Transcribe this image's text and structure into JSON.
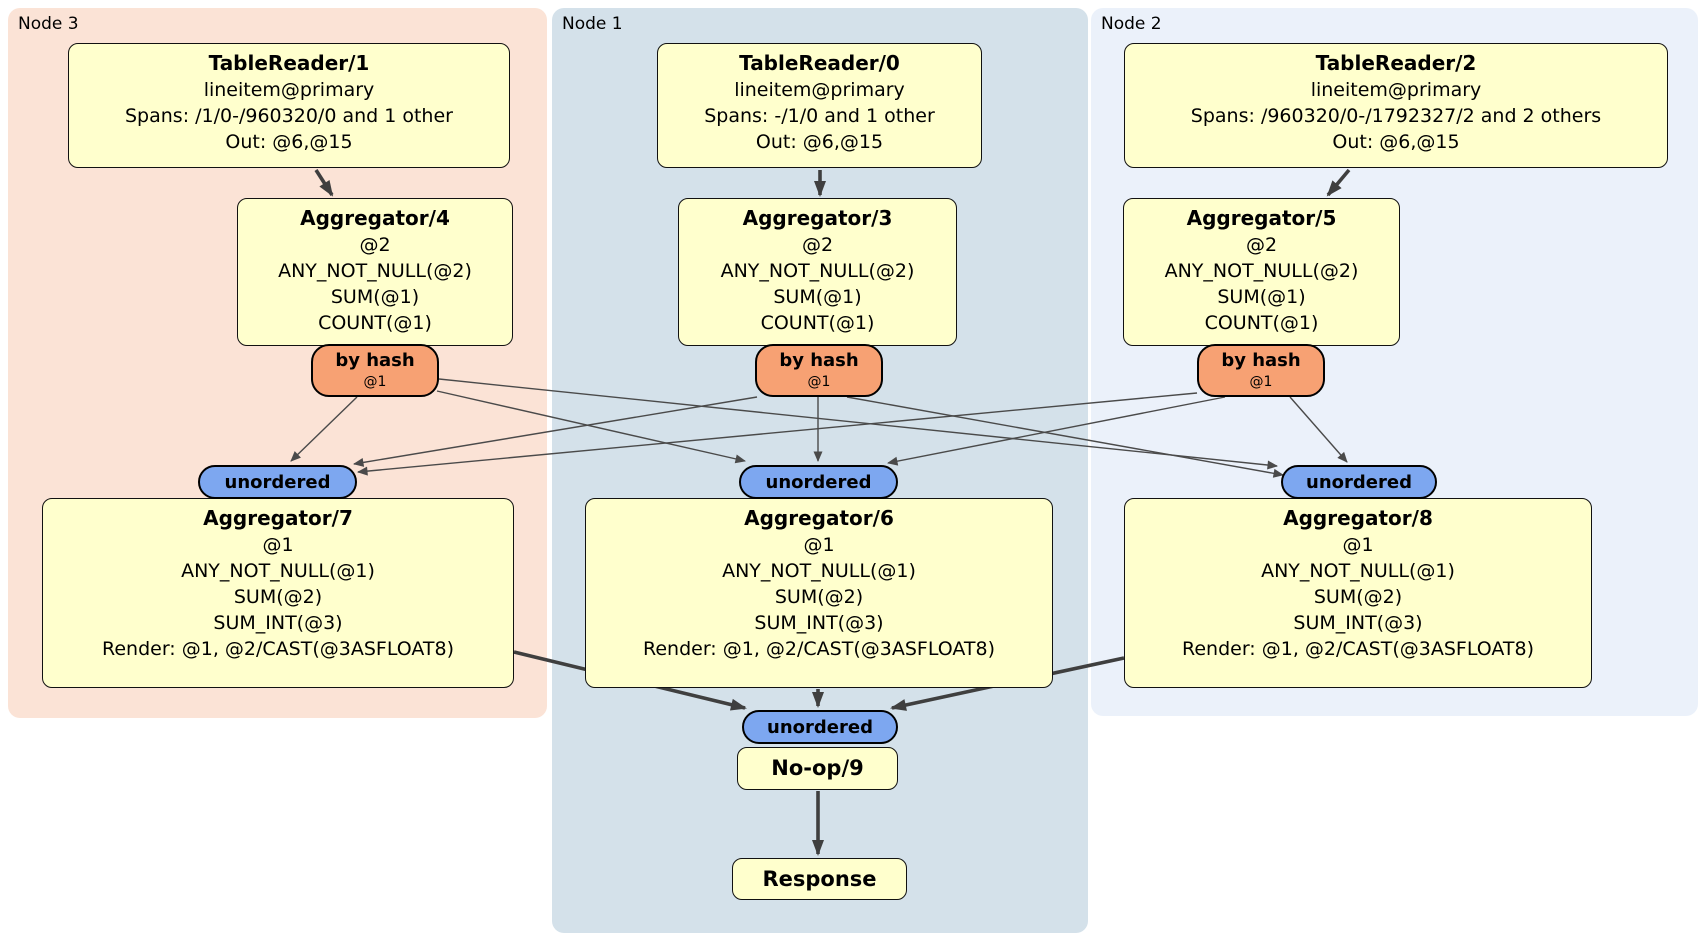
{
  "regions": [
    {
      "label": "Node 3",
      "fill": "#fbe3d6"
    },
    {
      "label": "Node 1",
      "fill": "#d4e1ea"
    },
    {
      "label": "Node 2",
      "fill": "#ebf1fa"
    }
  ],
  "nodes": {
    "tr1": {
      "title": "TableReader/1",
      "lines": [
        "lineitem@primary",
        "Spans: /1/0-/960320/0 and 1 other",
        "Out: @6,@15"
      ]
    },
    "tr0": {
      "title": "TableReader/0",
      "lines": [
        "lineitem@primary",
        "Spans: -/1/0 and 1 other",
        "Out: @6,@15"
      ]
    },
    "tr2": {
      "title": "TableReader/2",
      "lines": [
        "lineitem@primary",
        "Spans: /960320/0-/1792327/2 and 2 others",
        "Out: @6,@15"
      ]
    },
    "agg4": {
      "title": "Aggregator/4",
      "lines": [
        "@2",
        "ANY_NOT_NULL(@2)",
        "SUM(@1)",
        "COUNT(@1)"
      ]
    },
    "agg3": {
      "title": "Aggregator/3",
      "lines": [
        "@2",
        "ANY_NOT_NULL(@2)",
        "SUM(@1)",
        "COUNT(@1)"
      ]
    },
    "agg5": {
      "title": "Aggregator/5",
      "lines": [
        "@2",
        "ANY_NOT_NULL(@2)",
        "SUM(@1)",
        "COUNT(@1)"
      ]
    },
    "agg7": {
      "title": "Aggregator/7",
      "lines": [
        "@1",
        "ANY_NOT_NULL(@1)",
        "SUM(@2)",
        "SUM_INT(@3)",
        "Render: @1, @2/CAST(@3ASFLOAT8)"
      ]
    },
    "agg6": {
      "title": "Aggregator/6",
      "lines": [
        "@1",
        "ANY_NOT_NULL(@1)",
        "SUM(@2)",
        "SUM_INT(@3)",
        "Render: @1, @2/CAST(@3ASFLOAT8)"
      ]
    },
    "agg8": {
      "title": "Aggregator/8",
      "lines": [
        "@1",
        "ANY_NOT_NULL(@1)",
        "SUM(@2)",
        "SUM_INT(@3)",
        "Render: @1, @2/CAST(@3ASFLOAT8)"
      ]
    },
    "noop": {
      "title": "No-op/9"
    },
    "response": {
      "title": "Response"
    }
  },
  "badges": {
    "byhash": {
      "label": "by hash",
      "sub": "@1"
    },
    "unordered": {
      "label": "unordered"
    }
  },
  "edges": [
    {
      "from": "TableReader/1",
      "to": "Aggregator/4",
      "style": "thick"
    },
    {
      "from": "TableReader/0",
      "to": "Aggregator/3",
      "style": "thick"
    },
    {
      "from": "TableReader/2",
      "to": "Aggregator/5",
      "style": "thick"
    },
    {
      "from": "Aggregator/4 by hash",
      "to": "Aggregator/7 unordered",
      "style": "thin"
    },
    {
      "from": "Aggregator/4 by hash",
      "to": "Aggregator/6 unordered",
      "style": "thin"
    },
    {
      "from": "Aggregator/4 by hash",
      "to": "Aggregator/8 unordered",
      "style": "thin"
    },
    {
      "from": "Aggregator/3 by hash",
      "to": "Aggregator/7 unordered",
      "style": "thin"
    },
    {
      "from": "Aggregator/3 by hash",
      "to": "Aggregator/6 unordered",
      "style": "thin"
    },
    {
      "from": "Aggregator/3 by hash",
      "to": "Aggregator/8 unordered",
      "style": "thin"
    },
    {
      "from": "Aggregator/5 by hash",
      "to": "Aggregator/7 unordered",
      "style": "thin"
    },
    {
      "from": "Aggregator/5 by hash",
      "to": "Aggregator/6 unordered",
      "style": "thin"
    },
    {
      "from": "Aggregator/5 by hash",
      "to": "Aggregator/8 unordered",
      "style": "thin"
    },
    {
      "from": "Aggregator/7",
      "to": "No-op/9 unordered",
      "style": "thick"
    },
    {
      "from": "Aggregator/6",
      "to": "No-op/9 unordered",
      "style": "thick"
    },
    {
      "from": "Aggregator/8",
      "to": "No-op/9 unordered",
      "style": "thick"
    },
    {
      "from": "No-op/9",
      "to": "Response",
      "style": "thick"
    }
  ],
  "colors": {
    "box_fill": "#ffffcd",
    "box_border": "#111111",
    "byhash_fill": "#f7a173",
    "unordered_fill": "#7da7f0",
    "edge": "#3f3f3f",
    "region_node3": "#fbe3d6",
    "region_node1": "#d4e1ea",
    "region_node2": "#ebf1fa"
  }
}
